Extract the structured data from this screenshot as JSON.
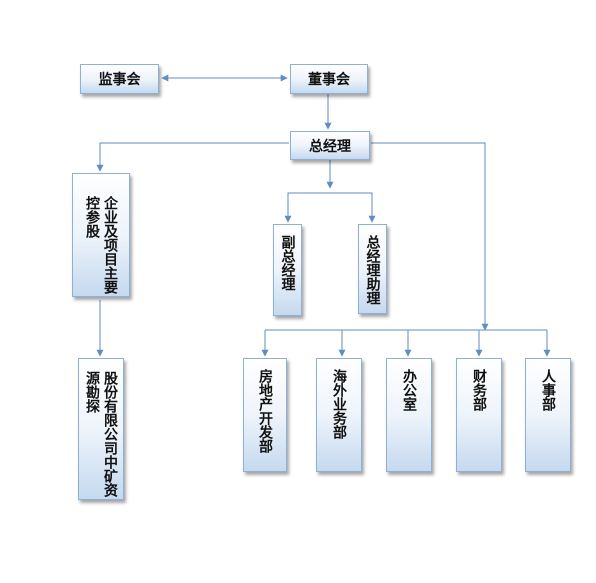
{
  "nodes": {
    "supervisory_board": "监事会",
    "board_of_directors": "董事会",
    "general_manager": "总经理",
    "holding_companies": "企业及项目主要控参股",
    "deputy_gm": "副总经理",
    "gm_assistant": "总经理助理",
    "mining_company": "股份有限公司中矿资源勘探",
    "real_estate_dept": "房地产开发部",
    "overseas_dept": "海外业务部",
    "office": "办公室",
    "finance_dept": "财务部",
    "hr_dept": "人事部"
  },
  "colors": {
    "connector": "#5d8ec4",
    "box_border": "#8fb0d6",
    "box_gradient_bottom": "#c5d9ef"
  }
}
